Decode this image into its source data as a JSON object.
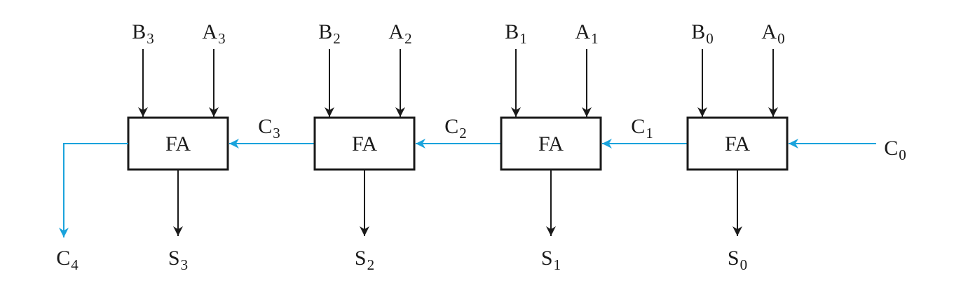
{
  "colors": {
    "signal": "#1a1a1a",
    "carry": "#1aa3dc"
  },
  "adders": [
    {
      "label": "FA",
      "a": {
        "name": "A",
        "index": "3"
      },
      "b": {
        "name": "B",
        "index": "3"
      },
      "sum": {
        "name": "S",
        "index": "3"
      },
      "carry_in": {
        "name": "C",
        "index": "3"
      }
    },
    {
      "label": "FA",
      "a": {
        "name": "A",
        "index": "2"
      },
      "b": {
        "name": "B",
        "index": "2"
      },
      "sum": {
        "name": "S",
        "index": "2"
      },
      "carry_in": {
        "name": "C",
        "index": "2"
      }
    },
    {
      "label": "FA",
      "a": {
        "name": "A",
        "index": "1"
      },
      "b": {
        "name": "B",
        "index": "1"
      },
      "sum": {
        "name": "S",
        "index": "1"
      },
      "carry_in": {
        "name": "C",
        "index": "1"
      }
    },
    {
      "label": "FA",
      "a": {
        "name": "A",
        "index": "0"
      },
      "b": {
        "name": "B",
        "index": "0"
      },
      "sum": {
        "name": "S",
        "index": "0"
      },
      "carry_in": {
        "name": "C",
        "index": "0"
      }
    }
  ],
  "carry_out": {
    "name": "C",
    "index": "4"
  }
}
